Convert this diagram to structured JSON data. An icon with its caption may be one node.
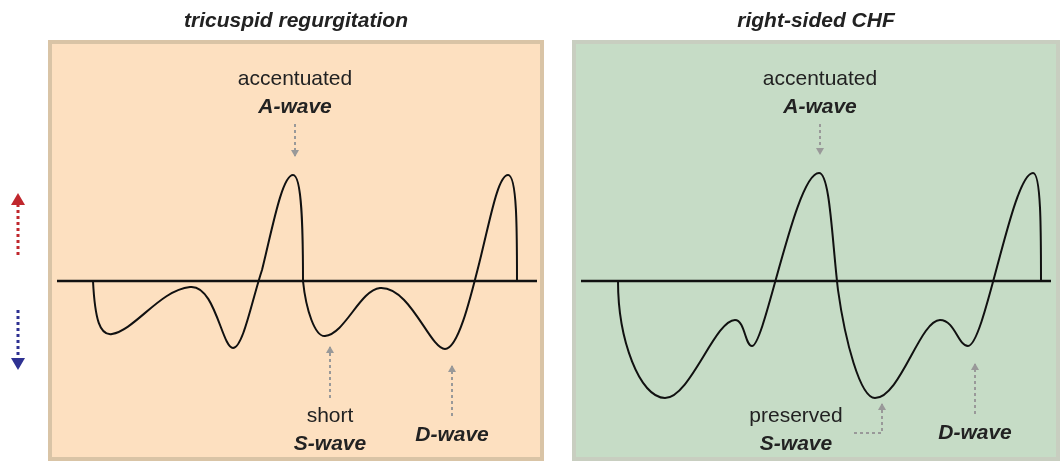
{
  "diagram": {
    "nodes": [
      {
        "text": [
          "tricuspid regurgitation"
        ]
      },
      {
        "text": [
          "accentuated",
          "A-wave"
        ],
        "in": 0
      },
      {
        "text": [
          "short",
          "S-wave"
        ],
        "in": 0
      },
      {
        "text": [
          "D-wave"
        ],
        "in": 0
      },
      {
        "text": [
          "right-sided CHF"
        ]
      },
      {
        "text": [
          "accentuated",
          "A-wave"
        ],
        "in": 4
      },
      {
        "text": [
          "preserved",
          "S-wave"
        ],
        "in": 4
      },
      {
        "text": [
          "D-wave"
        ],
        "in": 4
      }
    ],
    "edges": [
      {
        "from": 1,
        "to": null,
        "arrow": "to",
        "style": "dashed"
      },
      {
        "from": 2,
        "to": null,
        "arrow": "to",
        "style": "dashed"
      },
      {
        "from": 3,
        "to": null,
        "arrow": "to",
        "style": "dashed"
      },
      {
        "from": 5,
        "to": null,
        "arrow": "to",
        "style": "dashed"
      },
      {
        "from": 6,
        "to": null,
        "arrow": "to",
        "style": "dashed"
      },
      {
        "from": 7,
        "to": null,
        "arrow": "to",
        "style": "dashed"
      }
    ]
  }
}
